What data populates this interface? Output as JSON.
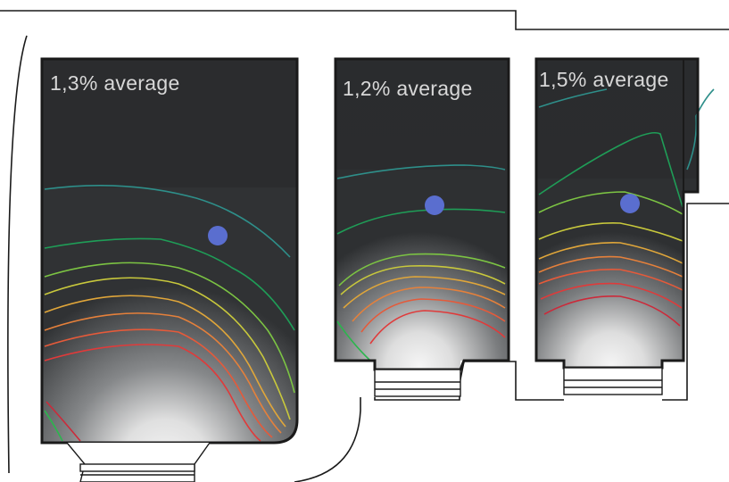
{
  "rooms": [
    {
      "id": "room-1",
      "label": "1,3% average"
    },
    {
      "id": "room-2",
      "label": "1,2% average"
    },
    {
      "id": "room-3",
      "label": "1,5% average"
    }
  ],
  "colors": {
    "room_fill": "#303234",
    "glow": "#ffffff",
    "sensor_dot": "#5a6ecf",
    "contour_scale": [
      "#2e8f8a",
      "#1f9d57",
      "#2bb64d",
      "#7cc443",
      "#c8c83c",
      "#e0a63a",
      "#e5803b",
      "#e55a3a",
      "#e03a3a",
      "#cc2a3a"
    ]
  }
}
